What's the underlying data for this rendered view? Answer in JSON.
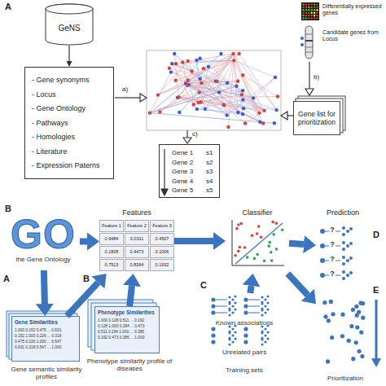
{
  "diagram": {
    "nodes": [
      {
        "text": [
          "GeNS"
        ]
      },
      {
        "text": [
          "- Gene synonyms",
          "- Locus",
          "- Gene Ontology",
          "- Pathways",
          "- Homologies",
          "- Literature",
          "- Expression Paterns"
        ]
      },
      {
        "text": [
          "Gene list for prioritization"
        ]
      },
      {
        "text": [
          "Gene 1",
          "s1",
          "Gene 2",
          "s2",
          "Gene 3",
          "s3",
          "Gene 4",
          "s4",
          "Gene 5",
          "s5"
        ]
      },
      {
        "text": [
          "GO",
          "the Gene Ontology"
        ]
      },
      {
        "text": [
          "Features",
          "Feature 1",
          "Feature 2",
          "Feature 3",
          "0.9484",
          "0.0311",
          "0.4507",
          "0.1828",
          "0.4473",
          "0.1006",
          "0.7513",
          "0.8264",
          "0.1932"
        ]
      },
      {
        "text": [
          "Classifier"
        ]
      },
      {
        "text": [
          "Prediction"
        ]
      },
      {
        "text": [
          "Gene Similarities",
          "1.000 0.152 0.475 ... 0.631",
          "0.152 1.000 0.226 ... 0.318",
          "0.475 0.226 1.000 ... 0.547",
          "0.631 0.318 0.547 ... 1.000",
          "Gene semantic similarity profiles"
        ]
      },
      {
        "text": [
          "Phenotype Similarities",
          "1.000 0.128 0.511 ... 0.162",
          "0.128 1.000 0.294 ... 0.473",
          "0.511 0.294 1.000 ... 0.385",
          "0.162 0.473 0.385 ... 1.000",
          "Phenotype similarity profile of diseases"
        ]
      },
      {
        "text": [
          "Known associations",
          "Unrelated pairs",
          "Training sets"
        ]
      },
      {
        "text": [
          "Prioritization"
        ]
      }
    ],
    "edges": [
      {
        "from": 0,
        "to": 1,
        "arrow": "to"
      },
      {
        "from": 4,
        "to": 5,
        "arrow": "to"
      },
      {
        "from": 4,
        "to": 8,
        "arrow": "to"
      },
      {
        "from": 8,
        "to": 5,
        "arrow": "to"
      },
      {
        "from": 9,
        "to": 5,
        "arrow": "to"
      },
      {
        "from": 5,
        "to": 6,
        "arrow": "to"
      },
      {
        "from": 10,
        "to": 6,
        "arrow": "to"
      },
      {
        "from": 6,
        "to": 7,
        "arrow": "to"
      },
      {
        "from": 6,
        "to": 11,
        "arrow": "to"
      }
    ],
    "labels": [
      "A",
      "Differentially expressed genes",
      "Candidate genes from Locus",
      "a)",
      "b)",
      "c)",
      "B",
      "A",
      "B",
      "C",
      "?",
      "?",
      "?",
      "?",
      "D",
      "E"
    ]
  }
}
